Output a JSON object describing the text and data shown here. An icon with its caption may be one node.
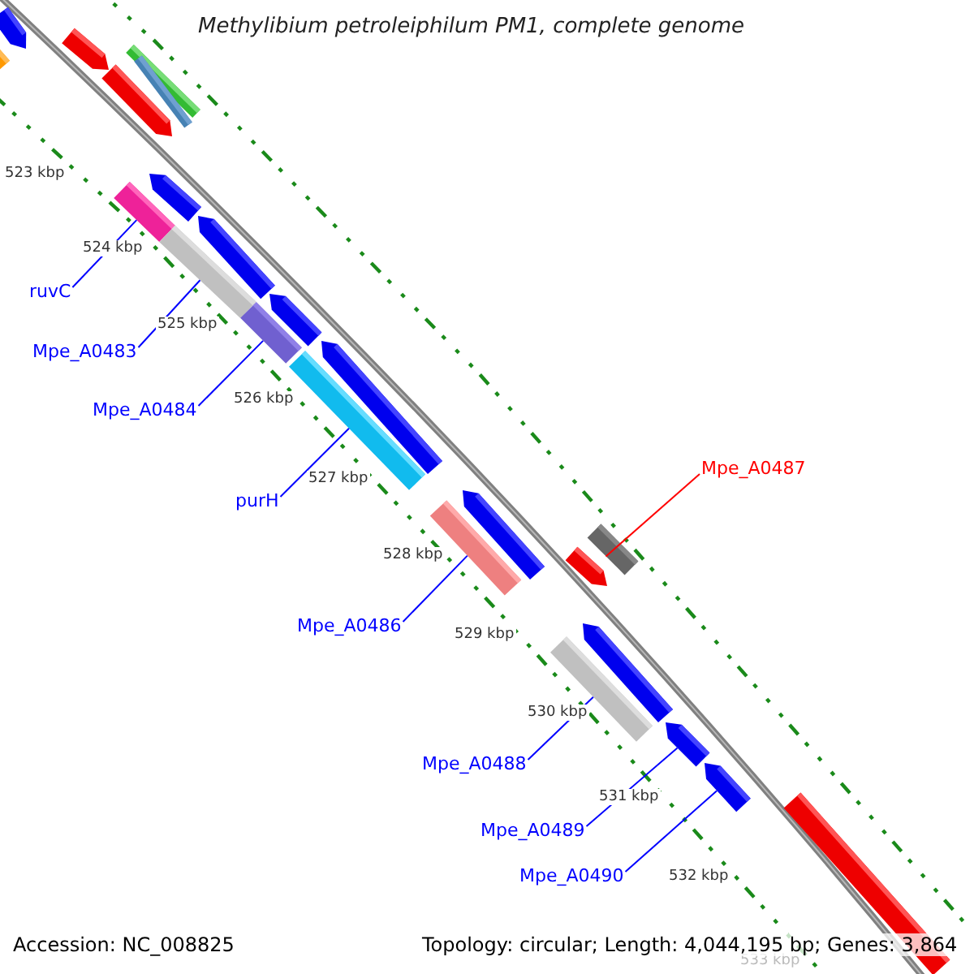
{
  "diagram": {
    "title": "Methylibium petroleiphilum PM1, complete genome",
    "nodes": [
      {
        "text": [
          "ruvC"
        ]
      },
      {
        "text": [],
        "shape": "bar"
      },
      {
        "text": [
          "Mpe_A0483"
        ]
      },
      {
        "text": [],
        "shape": "bar"
      },
      {
        "text": [
          "Mpe_A0484"
        ]
      },
      {
        "text": [],
        "shape": "bar"
      },
      {
        "text": [
          "purH"
        ]
      },
      {
        "text": [],
        "shape": "bar"
      },
      {
        "text": [
          "Mpe_A0486"
        ]
      },
      {
        "text": [],
        "shape": "bar"
      },
      {
        "text": [
          "Mpe_A0487"
        ]
      },
      {
        "text": [],
        "shape": "bar"
      },
      {
        "text": [
          "Mpe_A0488"
        ]
      },
      {
        "text": [],
        "shape": "bar"
      },
      {
        "text": [
          "Mpe_A0489"
        ]
      },
      {
        "text": [],
        "shape": "arrow"
      },
      {
        "text": [
          "Mpe_A0490"
        ]
      },
      {
        "text": [],
        "shape": "arrow"
      }
    ],
    "edges": [
      {
        "from": 0,
        "to": 1,
        "arrow": "none"
      },
      {
        "from": 2,
        "to": 3,
        "arrow": "none"
      },
      {
        "from": 4,
        "to": 5,
        "arrow": "none"
      },
      {
        "from": 6,
        "to": 7,
        "arrow": "none"
      },
      {
        "from": 8,
        "to": 9,
        "arrow": "none"
      },
      {
        "from": 10,
        "to": 11,
        "arrow": "none",
        "color": "#ff0000"
      },
      {
        "from": 12,
        "to": 13,
        "arrow": "none"
      },
      {
        "from": 14,
        "to": 15,
        "arrow": "none"
      },
      {
        "from": 16,
        "to": 17,
        "arrow": "none"
      }
    ],
    "labels": [
      "523 kbp",
      "524 kbp",
      "525 kbp",
      "526 kbp",
      "527 kbp",
      "528 kbp",
      "529 kbp",
      "530 kbp",
      "531 kbp",
      "532 kbp",
      "533 kbp",
      "Accession: NC_008825",
      "Topology: circular; Length: 4,044,195 bp; Genes: 3,864"
    ]
  }
}
